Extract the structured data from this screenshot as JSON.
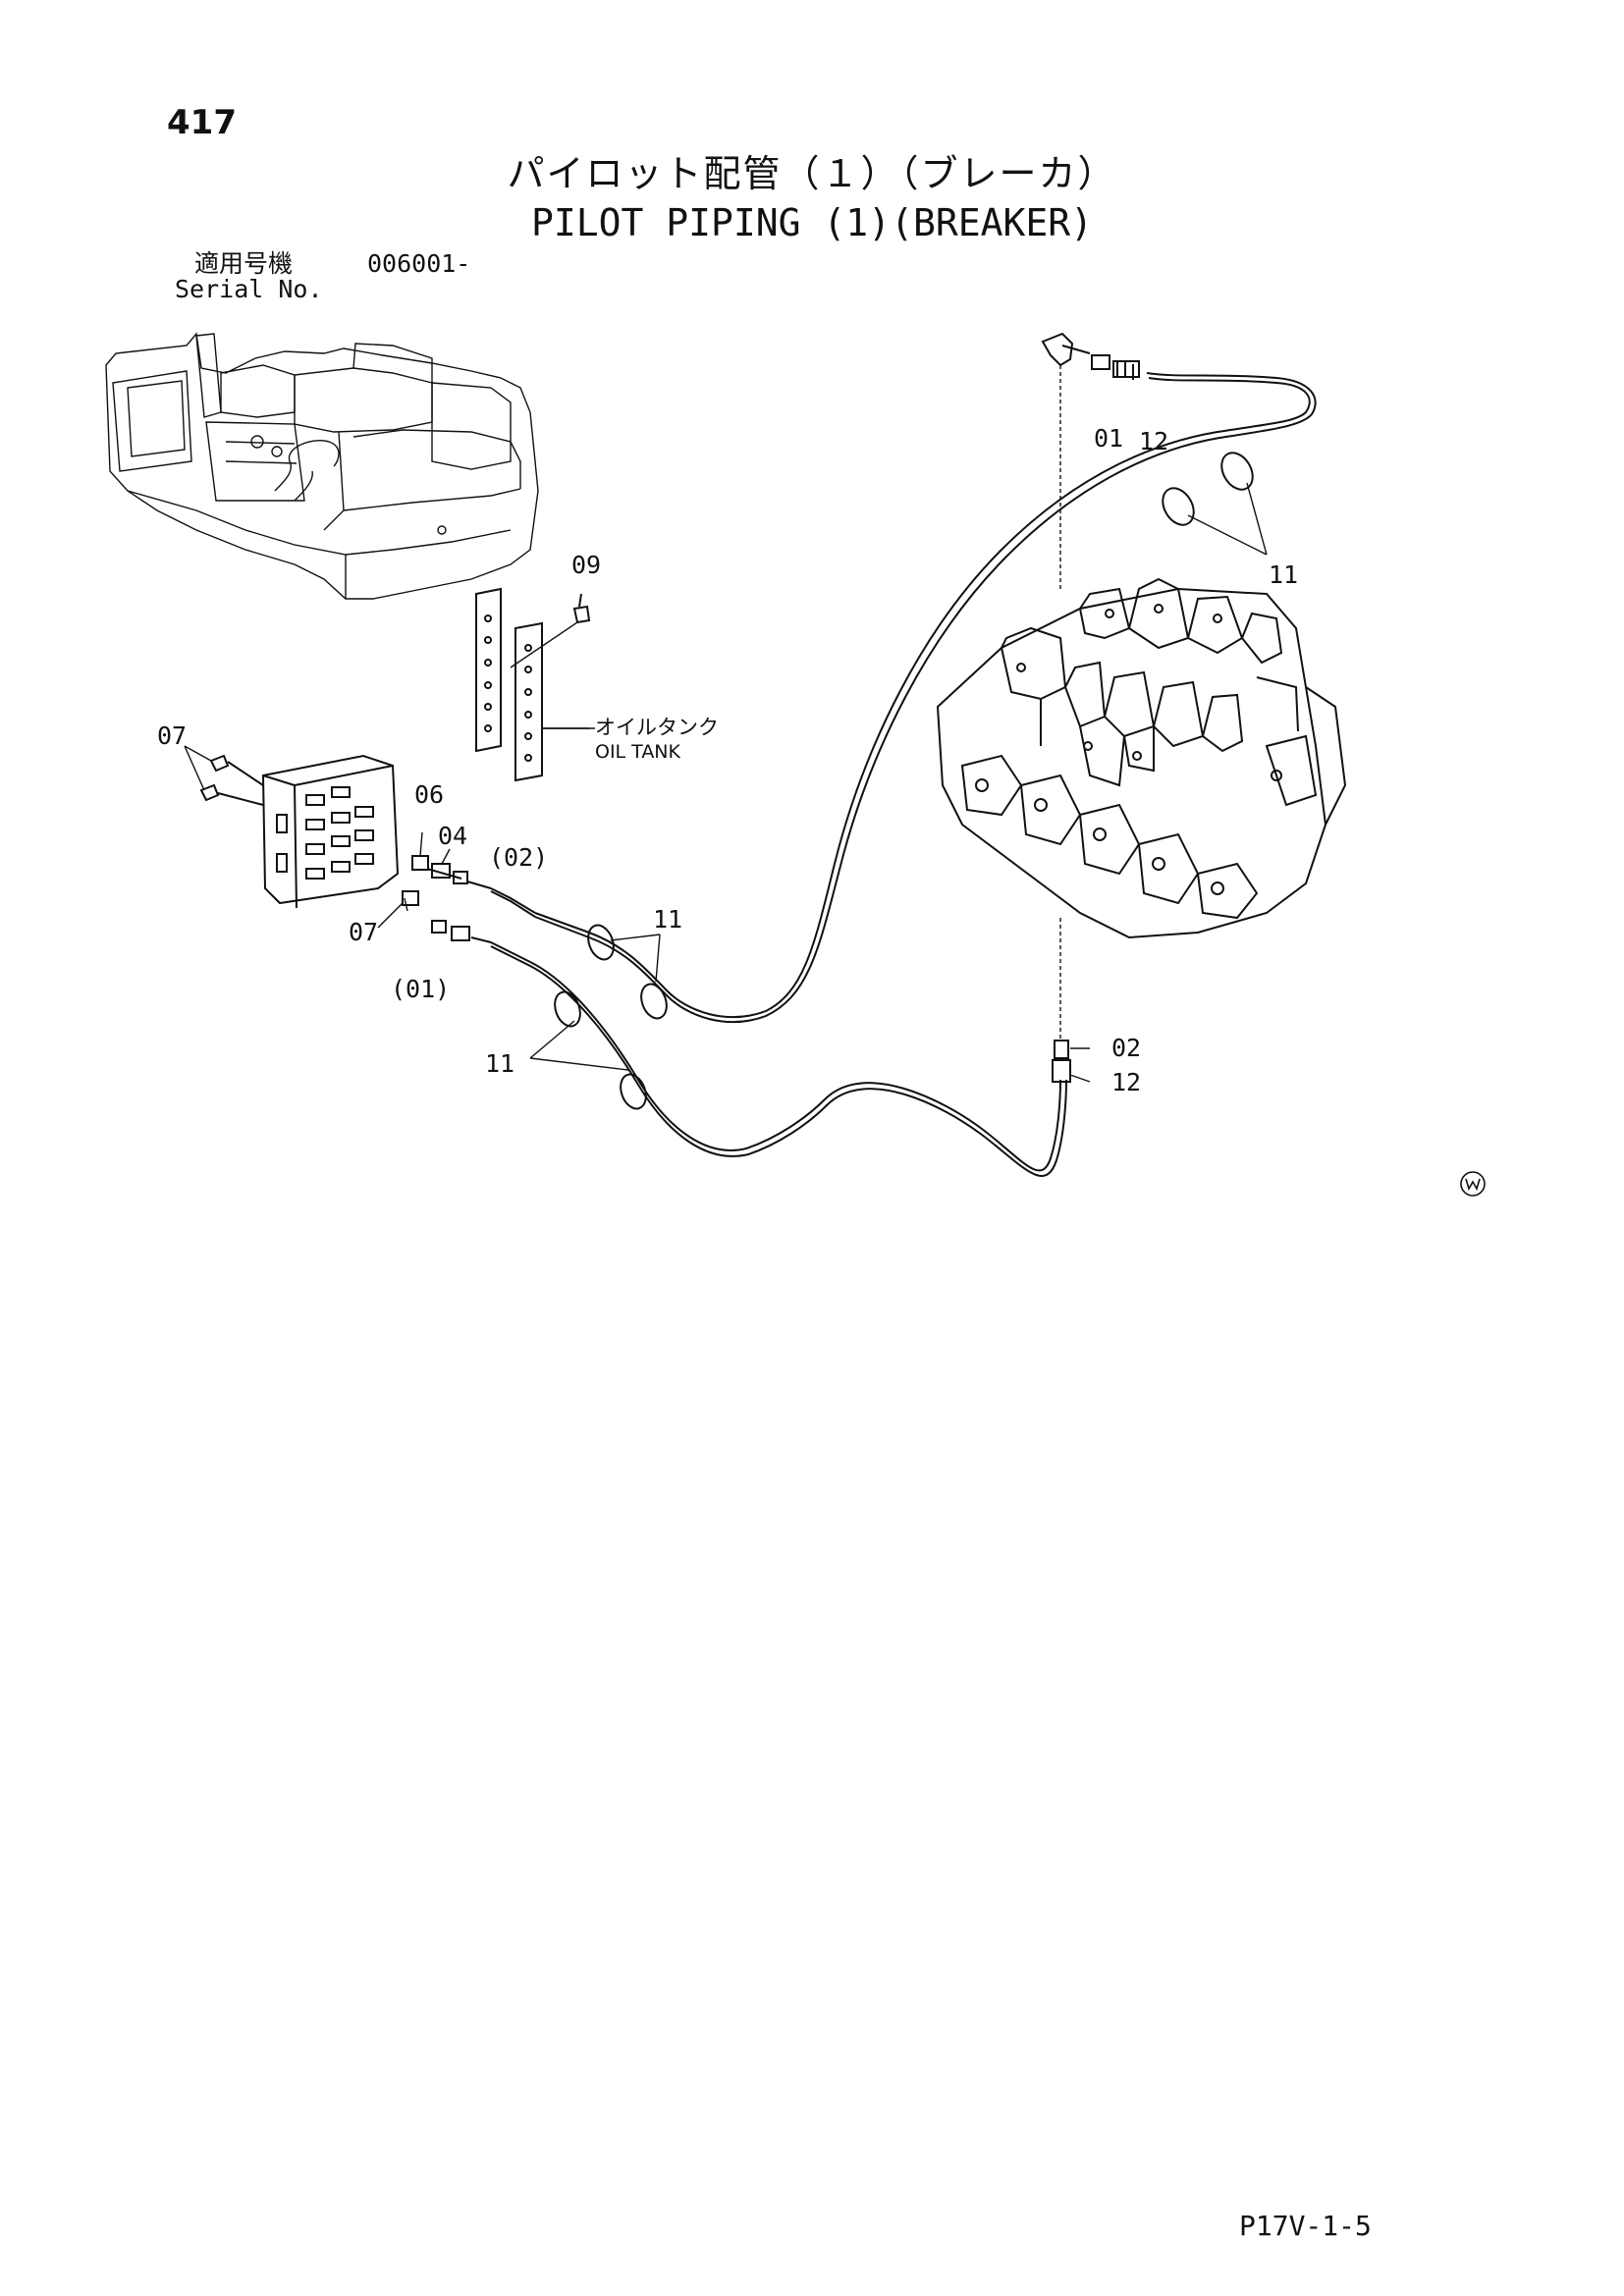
{
  "header": {
    "page_number": "417",
    "title_jp": "パイロット配管（１）（ブレーカ）",
    "title_en": "PILOT PIPING (1)(BREAKER)"
  },
  "serial": {
    "label_jp": "適用号機",
    "label_en": "Serial No.",
    "number": "006001-"
  },
  "callouts": [
    {
      "id": "01-top",
      "text": "01"
    },
    {
      "id": "12-top",
      "text": "12"
    },
    {
      "id": "11-right",
      "text": "11"
    },
    {
      "id": "09",
      "text": "09"
    },
    {
      "id": "07-top",
      "text": "07"
    },
    {
      "id": "06",
      "text": "06"
    },
    {
      "id": "04",
      "text": "04"
    },
    {
      "id": "02-paren",
      "text": "(02)"
    },
    {
      "id": "07-bottom",
      "text": "07"
    },
    {
      "id": "01-paren",
      "text": "(01)"
    },
    {
      "id": "11-mid",
      "text": "11"
    },
    {
      "id": "11-left",
      "text": "11"
    },
    {
      "id": "02-right",
      "text": "02"
    },
    {
      "id": "12-right",
      "text": "12"
    }
  ],
  "oil_tank": {
    "label_jp": "オイルタンク",
    "label_en": "OIL TANK"
  },
  "footer": {
    "doc_code": "P17V-1-5"
  },
  "icons": {
    "watermark": "circled-w-icon"
  }
}
